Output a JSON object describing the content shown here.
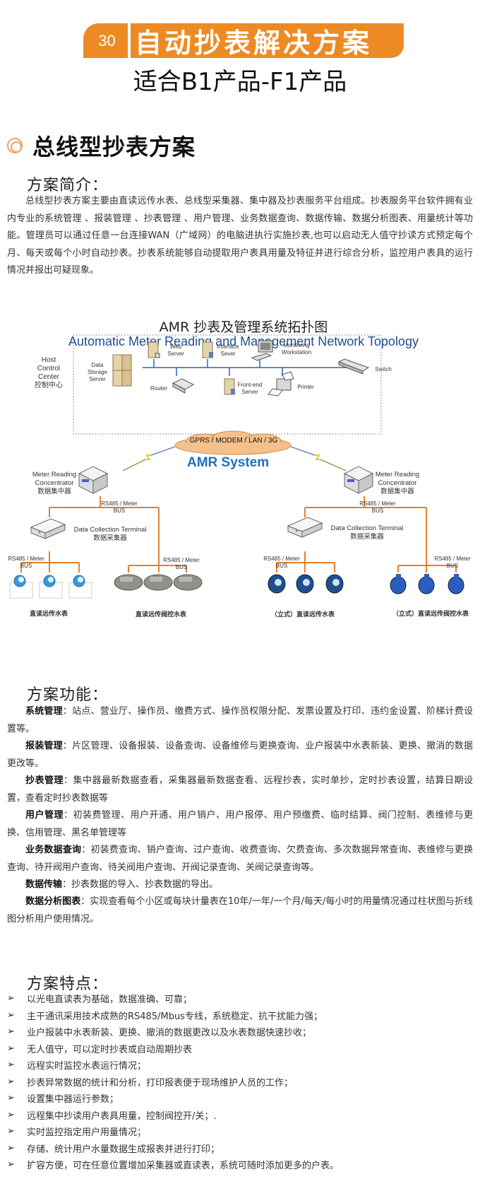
{
  "header": {
    "number": "30",
    "title": "自动抄表解决方案",
    "subtitle": "适合B1产品-F1产品",
    "accent_color": "#ee8a24"
  },
  "section": {
    "title": "总线型抄表方案",
    "icon": "double-ring-icon"
  },
  "intro": {
    "heading": "方案简介：",
    "text": "总线型抄表方案主要由直读远传水表、总线型采集器、集中器及抄表服务平台组成。抄表服务平台软件拥有业内专业的系统管理 、报装管理 、抄表管理 、用户管理、业务数据查询、数据传输、数据分析图表、用量统计等功能。管理员可以通过任意一台连接WAN（广域网）的电脑进执行实施抄表,也可以启动无人值守抄读方式预定每个月、每天或每个小时自动抄表。抄表系统能够自动提取用户表具用量及特征并进行综合分析，监控用户表具的运行情况并报出可疑现象。"
  },
  "diagram": {
    "title_cn": "AMR 抄表及管理系统拓扑图",
    "title_en": "Automatic Meter Reading and Management Network Topology",
    "host_label": [
      "Host",
      "Control",
      "Center",
      "控制中心"
    ],
    "nodes": {
      "data_storage": "Data Storage Server",
      "web_server": "Web Server",
      "interface_server": "Interface Sever",
      "monitoring": "Monitoring Workstation",
      "switch": "Switch",
      "router": "Router",
      "frontend": "Front-end Server",
      "printer": "Printer"
    },
    "cloud": "GPRS / MODEM / LAN / 3G",
    "system_name": "AMR System",
    "concentrator": [
      "Meter Reading",
      "Concentrator",
      "数据集中器"
    ],
    "terminal": [
      "Data Collection Terminal",
      "数据采集器"
    ],
    "bus_label": "RS485 / Meter BUS",
    "captions": [
      "直读远传水表",
      "直读远传阀控水表",
      "（立式）直读远传水表",
      "（立式）直读远传阀控水表"
    ],
    "line_color": "#e8802a",
    "network_color": "#2f62b0"
  },
  "functions": {
    "heading": "方案功能：",
    "items": [
      {
        "label": "系统管理",
        "text": "：站点、营业厅、操作员、缴费方式、操作员权限分配、发票设置及打印、违约金设置、阶梯计费设置等。"
      },
      {
        "label": "报装管理",
        "text": "：片区管理、设备报装、设备查询、设备维修与更换查询、业户报装中水表新装、更换、撤消的数据更改等。"
      },
      {
        "label": "抄表管理",
        "text": "：集中器最新数据查看，采集器最新数据查看、远程抄表，实时单抄，定时抄表设置，结算日期设置，查看定时抄表数据等"
      },
      {
        "label": "用户管理",
        "text": "：初装费管理、用户开通、用户销户、用户报停、用户预缴费、临时结算、阀门控制、表维修与更换、信用管理、黑名单管理等"
      },
      {
        "label": "业务数据查询",
        "text": "：初装费查询、销户查询、过户查询、收费查询、欠费查询、多次数据异常查询、表维修与更换查询、待开阀用户查询、待关阀用户查询、开阀记录查询、关阀记录查询等。"
      },
      {
        "label": "数据传输",
        "text": "：抄表数据的导入、抄表数据的导出。"
      },
      {
        "label": "数据分析图表",
        "text": "：实现查看每个小区或每块计量表在10年/一年/一个月/每天/每小时的用量情况通过柱状图与折线图分析用户使用情况。"
      }
    ]
  },
  "features": {
    "heading": "方案特点：",
    "bullet": "➢",
    "items": [
      "以光电直读表为基础，数据准确、可靠；",
      "主干通讯采用技术成熟的RS485/Mbus专线，系统稳定、抗干扰能力强；",
      "业户报装中水表新装、更换、撤消的数据更改以及水表数据快速抄收；",
      "无人值守，可以定时抄表或自动周期抄表",
      "远程实时监控水表运行情况；",
      "抄表异常数据的统计和分析，打印报表便于现场维护人员的工作；",
      "设置集中器运行参数；",
      "远程集中抄读用户表具用量，控制阀控开/关；.",
      "实时监控指定用户用量情况；",
      "存储、统计用户水量数据生成报表并进行打印；",
      "扩容方便，可在任意位置增加采集器或直读表，系统可随时添加更多的户表。"
    ]
  }
}
